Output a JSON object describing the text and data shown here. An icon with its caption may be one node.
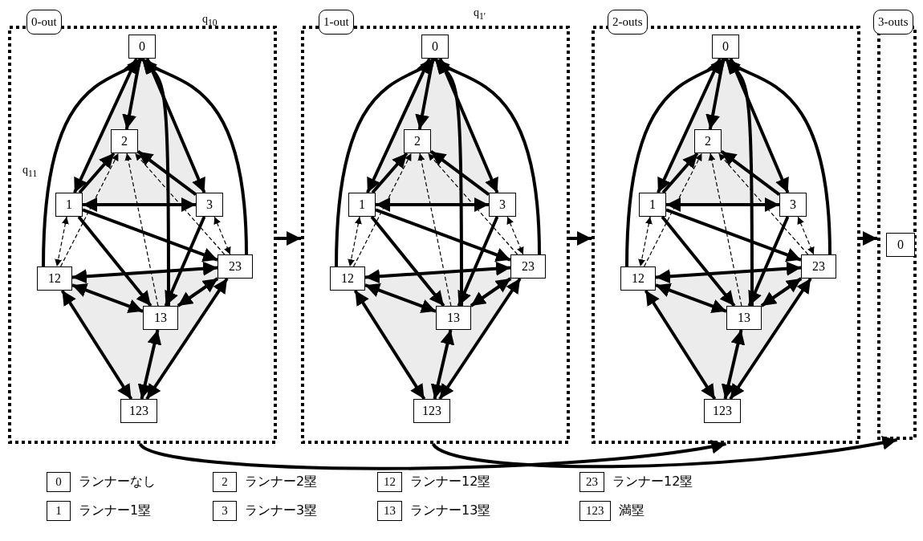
{
  "diagram": {
    "nodes": [
      {
        "text": [],
        "shape": "box"
      },
      {
        "text": [
          "0-out"
        ]
      },
      {
        "text": [
          "0"
        ],
        "in": 0
      },
      {
        "text": [
          "1"
        ],
        "in": 0
      },
      {
        "text": [
          "2"
        ],
        "in": 0
      },
      {
        "text": [
          "3"
        ],
        "in": 0
      },
      {
        "text": [
          "12"
        ],
        "in": 0
      },
      {
        "text": [
          "13"
        ],
        "in": 0
      },
      {
        "text": [
          "23"
        ],
        "in": 0
      },
      {
        "text": [
          "123"
        ],
        "in": 0
      },
      {
        "text": [],
        "shape": "box"
      },
      {
        "text": [
          "1-out"
        ]
      },
      {
        "text": [
          "0"
        ],
        "in": 10
      },
      {
        "text": [
          "1"
        ],
        "in": 10
      },
      {
        "text": [
          "2"
        ],
        "in": 10
      },
      {
        "text": [
          "3"
        ],
        "in": 10
      },
      {
        "text": [
          "12"
        ],
        "in": 10
      },
      {
        "text": [
          "13"
        ],
        "in": 10
      },
      {
        "text": [
          "23"
        ],
        "in": 10
      },
      {
        "text": [
          "123"
        ],
        "in": 10
      },
      {
        "text": [],
        "shape": "box"
      },
      {
        "text": [
          "2-outs"
        ]
      },
      {
        "text": [
          "0"
        ],
        "in": 20
      },
      {
        "text": [
          "1"
        ],
        "in": 20
      },
      {
        "text": [
          "2"
        ],
        "in": 20
      },
      {
        "text": [
          "3"
        ],
        "in": 20
      },
      {
        "text": [
          "12"
        ],
        "in": 20
      },
      {
        "text": [
          "13"
        ],
        "in": 20
      },
      {
        "text": [
          "23"
        ],
        "in": 20
      },
      {
        "text": [
          "123"
        ],
        "in": 20
      },
      {
        "text": [],
        "shape": "box"
      },
      {
        "text": [
          "3-outs"
        ]
      },
      {
        "text": [
          "0"
        ],
        "in": 30
      }
    ],
    "edges": [
      {
        "from": 2,
        "to": 3,
        "arrow": "both"
      },
      {
        "from": 2,
        "to": 5,
        "arrow": "both"
      },
      {
        "from": 3,
        "to": 5,
        "arrow": "both"
      },
      {
        "from": 2,
        "to": 4,
        "arrow": "to"
      },
      {
        "from": 3,
        "to": 4,
        "arrow": "to"
      },
      {
        "from": 5,
        "to": 4,
        "arrow": "to"
      },
      {
        "from": 7,
        "to": 4,
        "arrow": "to",
        "style": "dashed"
      },
      {
        "from": 6,
        "to": 4,
        "arrow": "to",
        "style": "dashed"
      },
      {
        "from": 8,
        "to": 4,
        "arrow": "to",
        "style": "dashed"
      },
      {
        "from": 3,
        "to": 6,
        "arrow": "both",
        "style": "dashed"
      },
      {
        "from": 5,
        "to": 8,
        "arrow": "both",
        "style": "dashed"
      },
      {
        "from": 3,
        "to": 8,
        "arrow": "to"
      },
      {
        "from": 3,
        "to": 7,
        "arrow": "to"
      },
      {
        "from": 5,
        "to": 7,
        "arrow": "to"
      },
      {
        "from": 6,
        "to": 2,
        "arrow": "to"
      },
      {
        "from": 8,
        "to": 2,
        "arrow": "to"
      },
      {
        "from": 7,
        "to": 2,
        "arrow": "to"
      },
      {
        "from": 6,
        "to": 8,
        "arrow": "both"
      },
      {
        "from": 6,
        "to": 7,
        "arrow": "both"
      },
      {
        "from": 8,
        "to": 7,
        "arrow": "both"
      },
      {
        "from": 6,
        "to": 9,
        "arrow": "both"
      },
      {
        "from": 8,
        "to": 9,
        "arrow": "both"
      },
      {
        "from": 7,
        "to": 9,
        "arrow": "both"
      },
      {
        "from": 12,
        "to": 13,
        "arrow": "both"
      },
      {
        "from": 12,
        "to": 15,
        "arrow": "both"
      },
      {
        "from": 13,
        "to": 15,
        "arrow": "both"
      },
      {
        "from": 12,
        "to": 14,
        "arrow": "to"
      },
      {
        "from": 13,
        "to": 14,
        "arrow": "to"
      },
      {
        "from": 15,
        "to": 14,
        "arrow": "to"
      },
      {
        "from": 17,
        "to": 14,
        "arrow": "to",
        "style": "dashed"
      },
      {
        "from": 16,
        "to": 14,
        "arrow": "to",
        "style": "dashed"
      },
      {
        "from": 18,
        "to": 14,
        "arrow": "to",
        "style": "dashed"
      },
      {
        "from": 13,
        "to": 16,
        "arrow": "both",
        "style": "dashed"
      },
      {
        "from": 15,
        "to": 18,
        "arrow": "both",
        "style": "dashed"
      },
      {
        "from": 13,
        "to": 18,
        "arrow": "to"
      },
      {
        "from": 13,
        "to": 17,
        "arrow": "to"
      },
      {
        "from": 15,
        "to": 17,
        "arrow": "to"
      },
      {
        "from": 16,
        "to": 12,
        "arrow": "to"
      },
      {
        "from": 18,
        "to": 12,
        "arrow": "to"
      },
      {
        "from": 17,
        "to": 12,
        "arrow": "to"
      },
      {
        "from": 16,
        "to": 18,
        "arrow": "both"
      },
      {
        "from": 16,
        "to": 17,
        "arrow": "both"
      },
      {
        "from": 18,
        "to": 17,
        "arrow": "both"
      },
      {
        "from": 16,
        "to": 19,
        "arrow": "both"
      },
      {
        "from": 18,
        "to": 19,
        "arrow": "both"
      },
      {
        "from": 17,
        "to": 19,
        "arrow": "both"
      },
      {
        "from": 22,
        "to": 23,
        "arrow": "both"
      },
      {
        "from": 22,
        "to": 25,
        "arrow": "both"
      },
      {
        "from": 23,
        "to": 25,
        "arrow": "both"
      },
      {
        "from": 22,
        "to": 24,
        "arrow": "to"
      },
      {
        "from": 23,
        "to": 24,
        "arrow": "to"
      },
      {
        "from": 25,
        "to": 24,
        "arrow": "to"
      },
      {
        "from": 27,
        "to": 24,
        "arrow": "to",
        "style": "dashed"
      },
      {
        "from": 26,
        "to": 24,
        "arrow": "to",
        "style": "dashed"
      },
      {
        "from": 28,
        "to": 24,
        "arrow": "to",
        "style": "dashed"
      },
      {
        "from": 23,
        "to": 26,
        "arrow": "both",
        "style": "dashed"
      },
      {
        "from": 25,
        "to": 28,
        "arrow": "both",
        "style": "dashed"
      },
      {
        "from": 23,
        "to": 28,
        "arrow": "to"
      },
      {
        "from": 23,
        "to": 27,
        "arrow": "to"
      },
      {
        "from": 25,
        "to": 27,
        "arrow": "to"
      },
      {
        "from": 26,
        "to": 22,
        "arrow": "to"
      },
      {
        "from": 28,
        "to": 22,
        "arrow": "to"
      },
      {
        "from": 27,
        "to": 22,
        "arrow": "to"
      },
      {
        "from": 26,
        "to": 28,
        "arrow": "both"
      },
      {
        "from": 26,
        "to": 27,
        "arrow": "both"
      },
      {
        "from": 28,
        "to": 27,
        "arrow": "both"
      },
      {
        "from": 26,
        "to": 29,
        "arrow": "both"
      },
      {
        "from": 28,
        "to": 29,
        "arrow": "both"
      },
      {
        "from": 27,
        "to": 29,
        "arrow": "both"
      },
      {
        "from": 0,
        "to": 10,
        "arrow": "to"
      },
      {
        "from": 10,
        "to": 20,
        "arrow": "to"
      },
      {
        "from": 20,
        "to": 30,
        "arrow": "to"
      },
      {
        "from": 0,
        "to": 20,
        "arrow": "to"
      },
      {
        "from": 10,
        "to": 30,
        "arrow": "to"
      }
    ],
    "labels": [
      "q$_{10}$",
      "q$_{11}$",
      "q$_{1'}$",
      "0",
      "2",
      "12",
      "23",
      "1",
      "3",
      "13",
      "123"
    ],
    "legend": [
      {
        "text": "ランナーなし"
      },
      {
        "text": "ランナー2塁"
      },
      {
        "text": "ランナー12塁"
      },
      {
        "text": "ランナー12塁"
      },
      {
        "text": "ランナー1塁"
      },
      {
        "text": "ランナー3塁"
      },
      {
        "text": "ランナー13塁"
      },
      {
        "text": "満塁"
      }
    ]
  }
}
